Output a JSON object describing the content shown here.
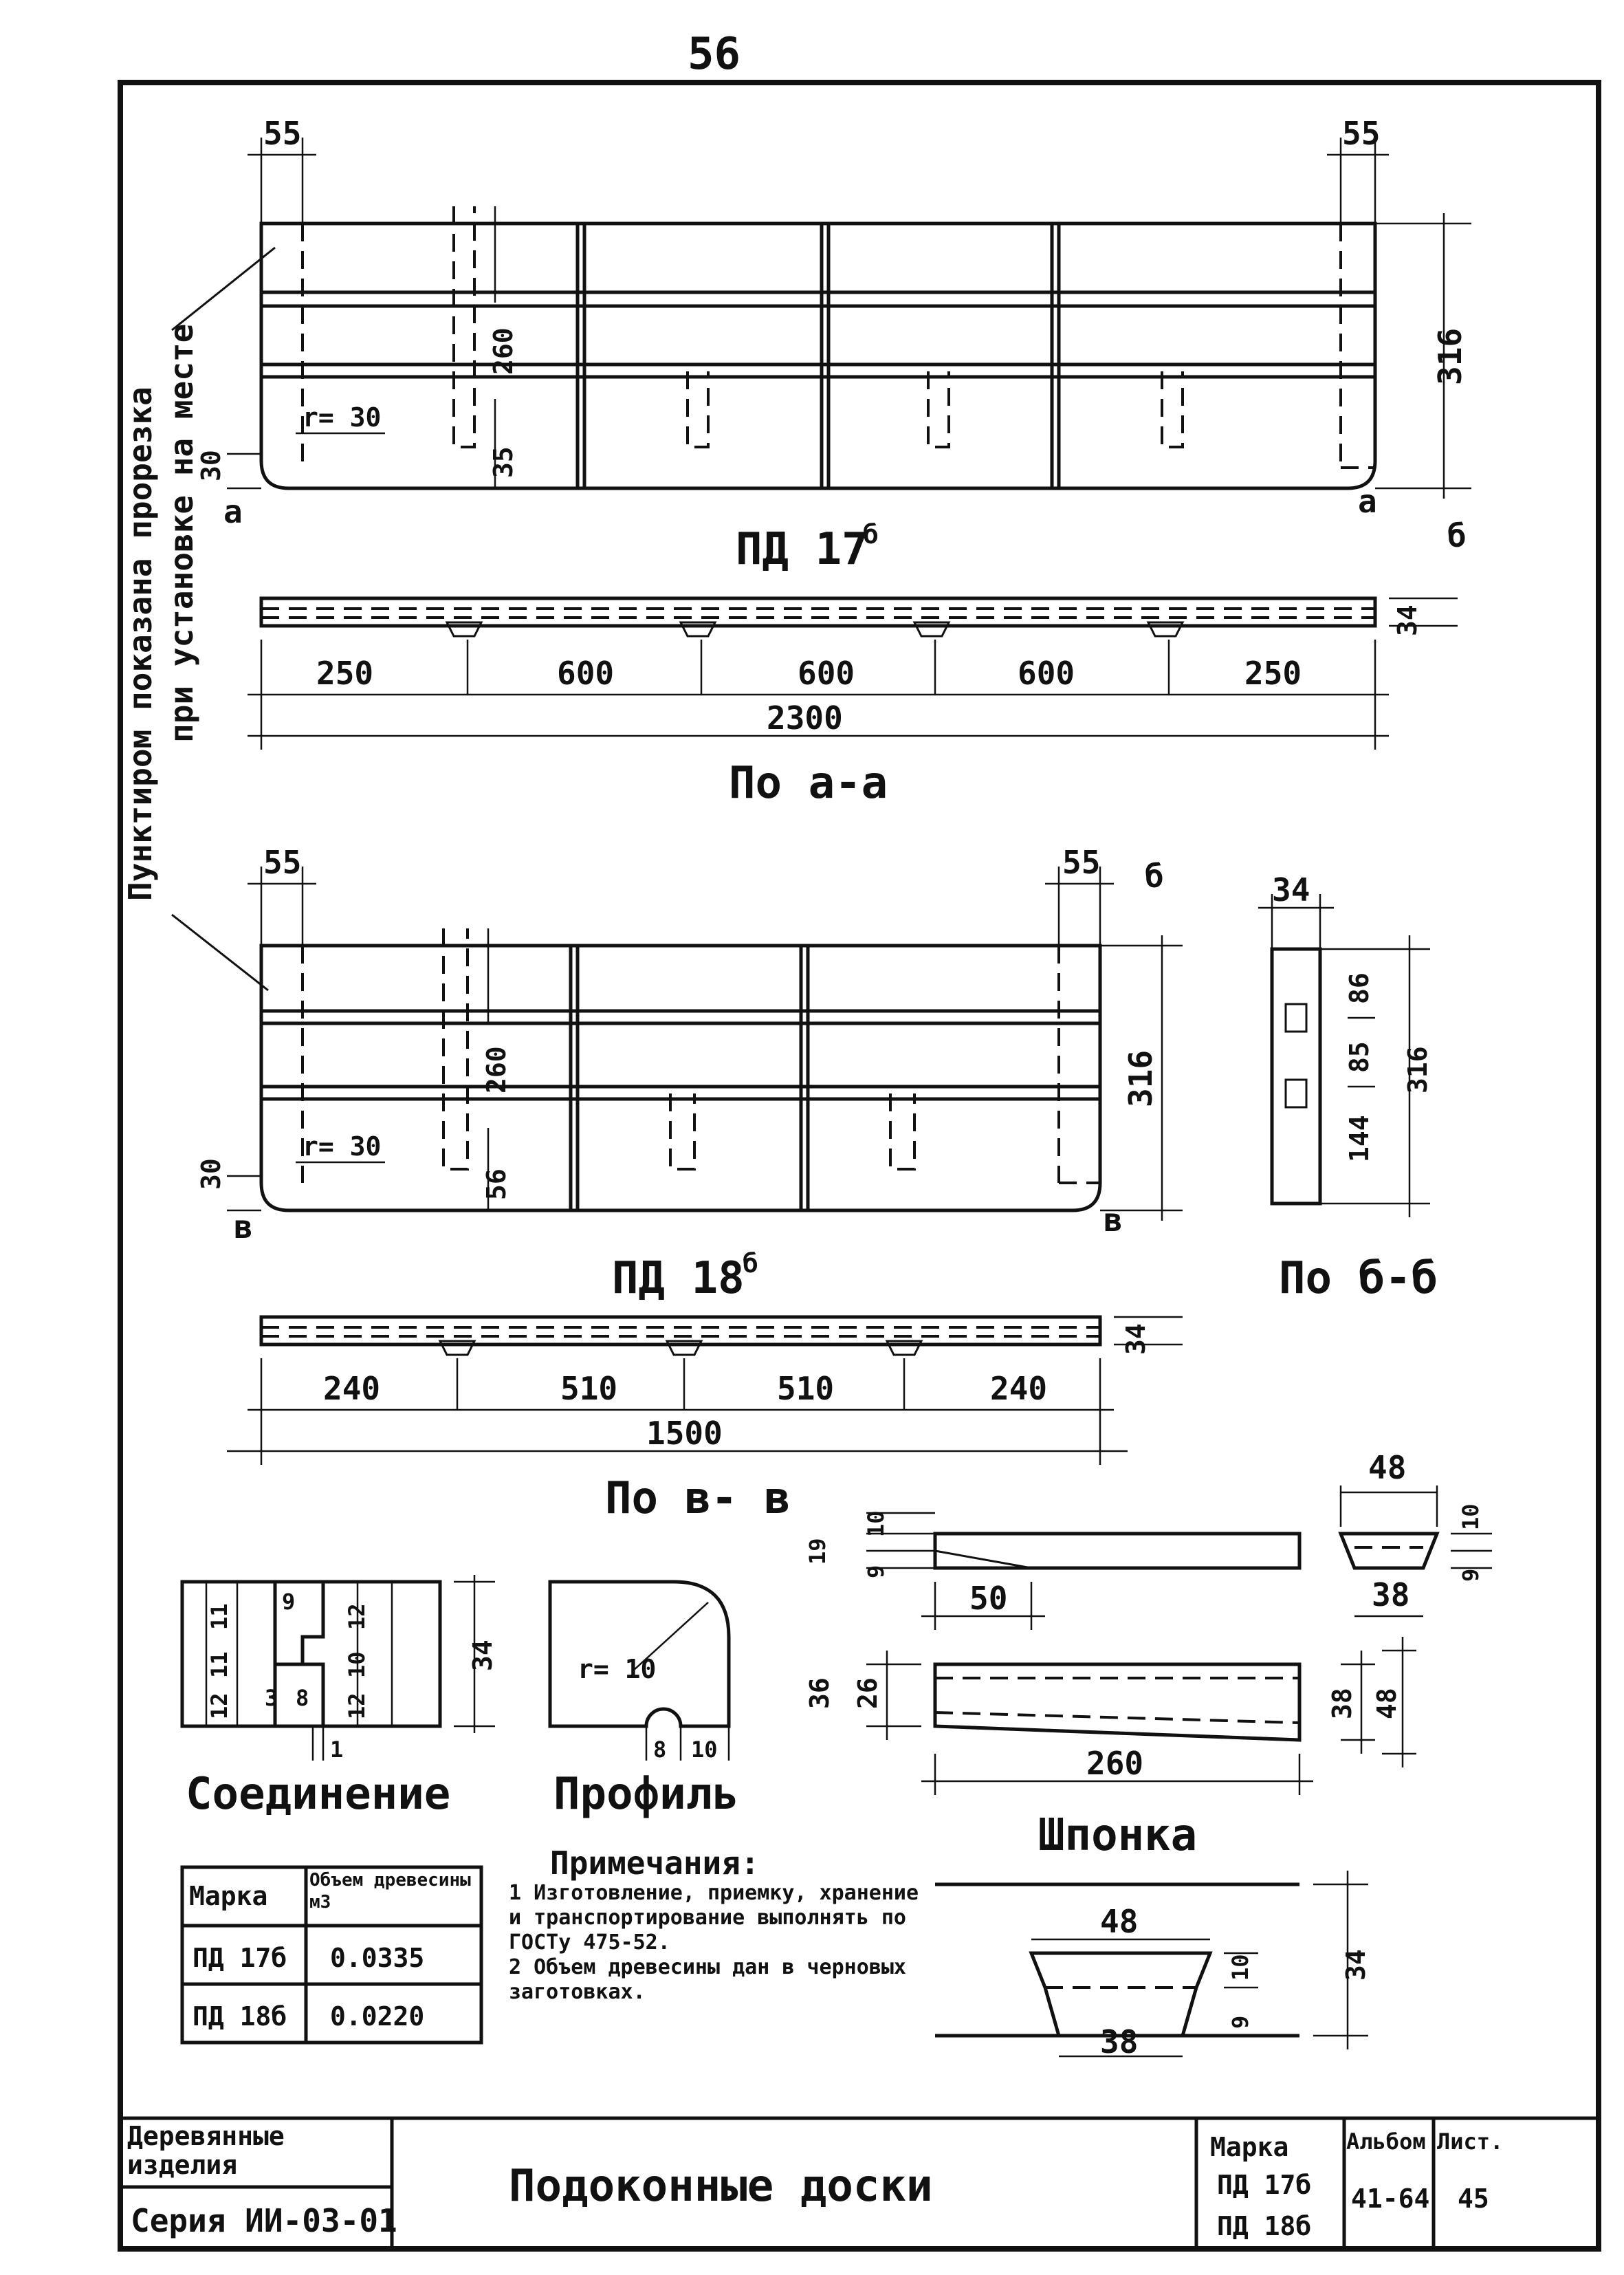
{
  "page_number": "56",
  "side_note": {
    "line1": "Пунктиром показана прорезка",
    "line2": "при установке на месте"
  },
  "board_a": {
    "title": "ПД 17",
    "title_sup": "б",
    "dim_55_left": "55",
    "dim_55_right": "55",
    "dim_316": "316",
    "dim_260": "260",
    "dim_35": "35",
    "dim_30": "30",
    "radius": "r= 30",
    "dim_34": "34",
    "cut_a": "а",
    "cut_b": "б",
    "section_spans": [
      "250",
      "600",
      "600",
      "600",
      "250"
    ],
    "total": "2300",
    "section_title": "По а-а"
  },
  "board_b": {
    "title": "ПД 18",
    "title_sup": "б",
    "dim_55_left": "55",
    "dim_55_right": "55",
    "dim_316": "316",
    "dim_260": "260",
    "dim_56": "56",
    "dim_30": "30",
    "radius": "r= 30",
    "dim_34": "34",
    "cut_v": "в",
    "cut_b": "б",
    "section_spans": [
      "240",
      "510",
      "510",
      "240"
    ],
    "total": "1500",
    "section_title": "По в- в"
  },
  "section_bb": {
    "title": "По б-б",
    "dim_34": "34",
    "dim_86": "86",
    "dim_85": "85",
    "dim_144": "144",
    "dim_316": "316"
  },
  "joint": {
    "title": "Соединение",
    "dims": [
      "9",
      "12",
      "10",
      "12",
      "11",
      "11",
      "12",
      "3",
      "8",
      "1",
      "34"
    ]
  },
  "profile": {
    "title": "Профиль",
    "radius": "r= 10",
    "dims": [
      "8",
      "10"
    ]
  },
  "key": {
    "title": "Шпонка",
    "dims_top": [
      "10",
      "19",
      "9",
      "50",
      "48",
      "10",
      "9",
      "38"
    ],
    "dims_side": [
      "36",
      "26",
      "260",
      "38",
      "48"
    ],
    "dims_front": [
      "48",
      "34",
      "10",
      "9",
      "38"
    ]
  },
  "volume_table": {
    "headers": [
      "Марка",
      "Объем древесины м3"
    ],
    "rows": [
      [
        "ПД 17б",
        "0.0335"
      ],
      [
        "ПД 18б",
        "0.0220"
      ]
    ]
  },
  "notes": {
    "title": "Примечания:",
    "items": [
      "1 Изготовление, приемку, хранение и транспортирование выполнять по ГОСТу 475-52.",
      "2 Объем древесины дан в черновых заготовках."
    ]
  },
  "title_block": {
    "left_top": "Деревянные изделия",
    "left_bottom": "Серия ИИ-03-01",
    "center": "Подоконные доски",
    "mark_label": "Марка",
    "mark_values": [
      "ПД 17б",
      "ПД 18б"
    ],
    "album_label": "Альбом",
    "album_value": "41-64",
    "sheet_label": "Лист.",
    "sheet_value": "45"
  }
}
